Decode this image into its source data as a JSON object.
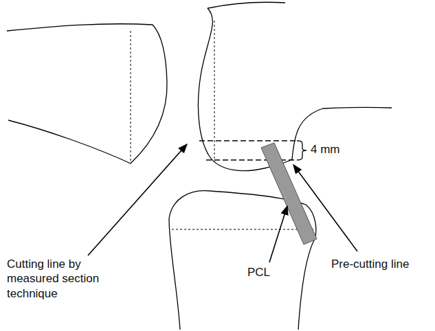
{
  "diagram": {
    "labels": [
      "4 mm",
      "Pre-cutting line",
      "PCL",
      "Cutting line by measured section technique"
    ]
  }
}
